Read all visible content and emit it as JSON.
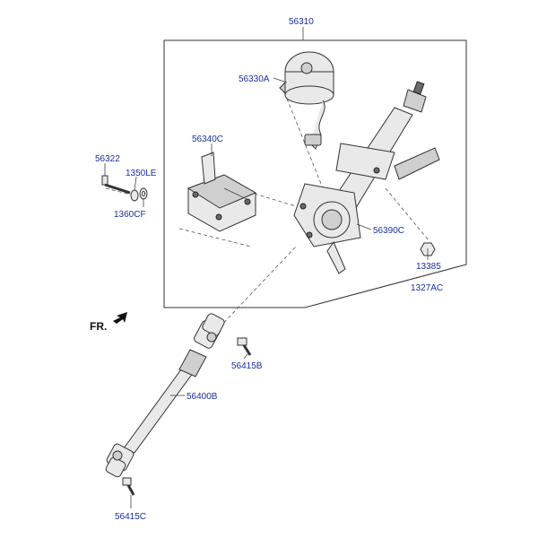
{
  "parts": {
    "p56310": "56310",
    "p56330A": "56330A",
    "p56340C": "56340C",
    "p56322": "56322",
    "p1350LE": "1350LE",
    "p1360CF": "1360CF",
    "p56390C": "56390C",
    "p13385": "13385",
    "p1327AC": "1327AC",
    "p56415B": "56415B",
    "p56400B": "56400B",
    "p56415C": "56415C"
  },
  "direction": {
    "label": "FR."
  }
}
